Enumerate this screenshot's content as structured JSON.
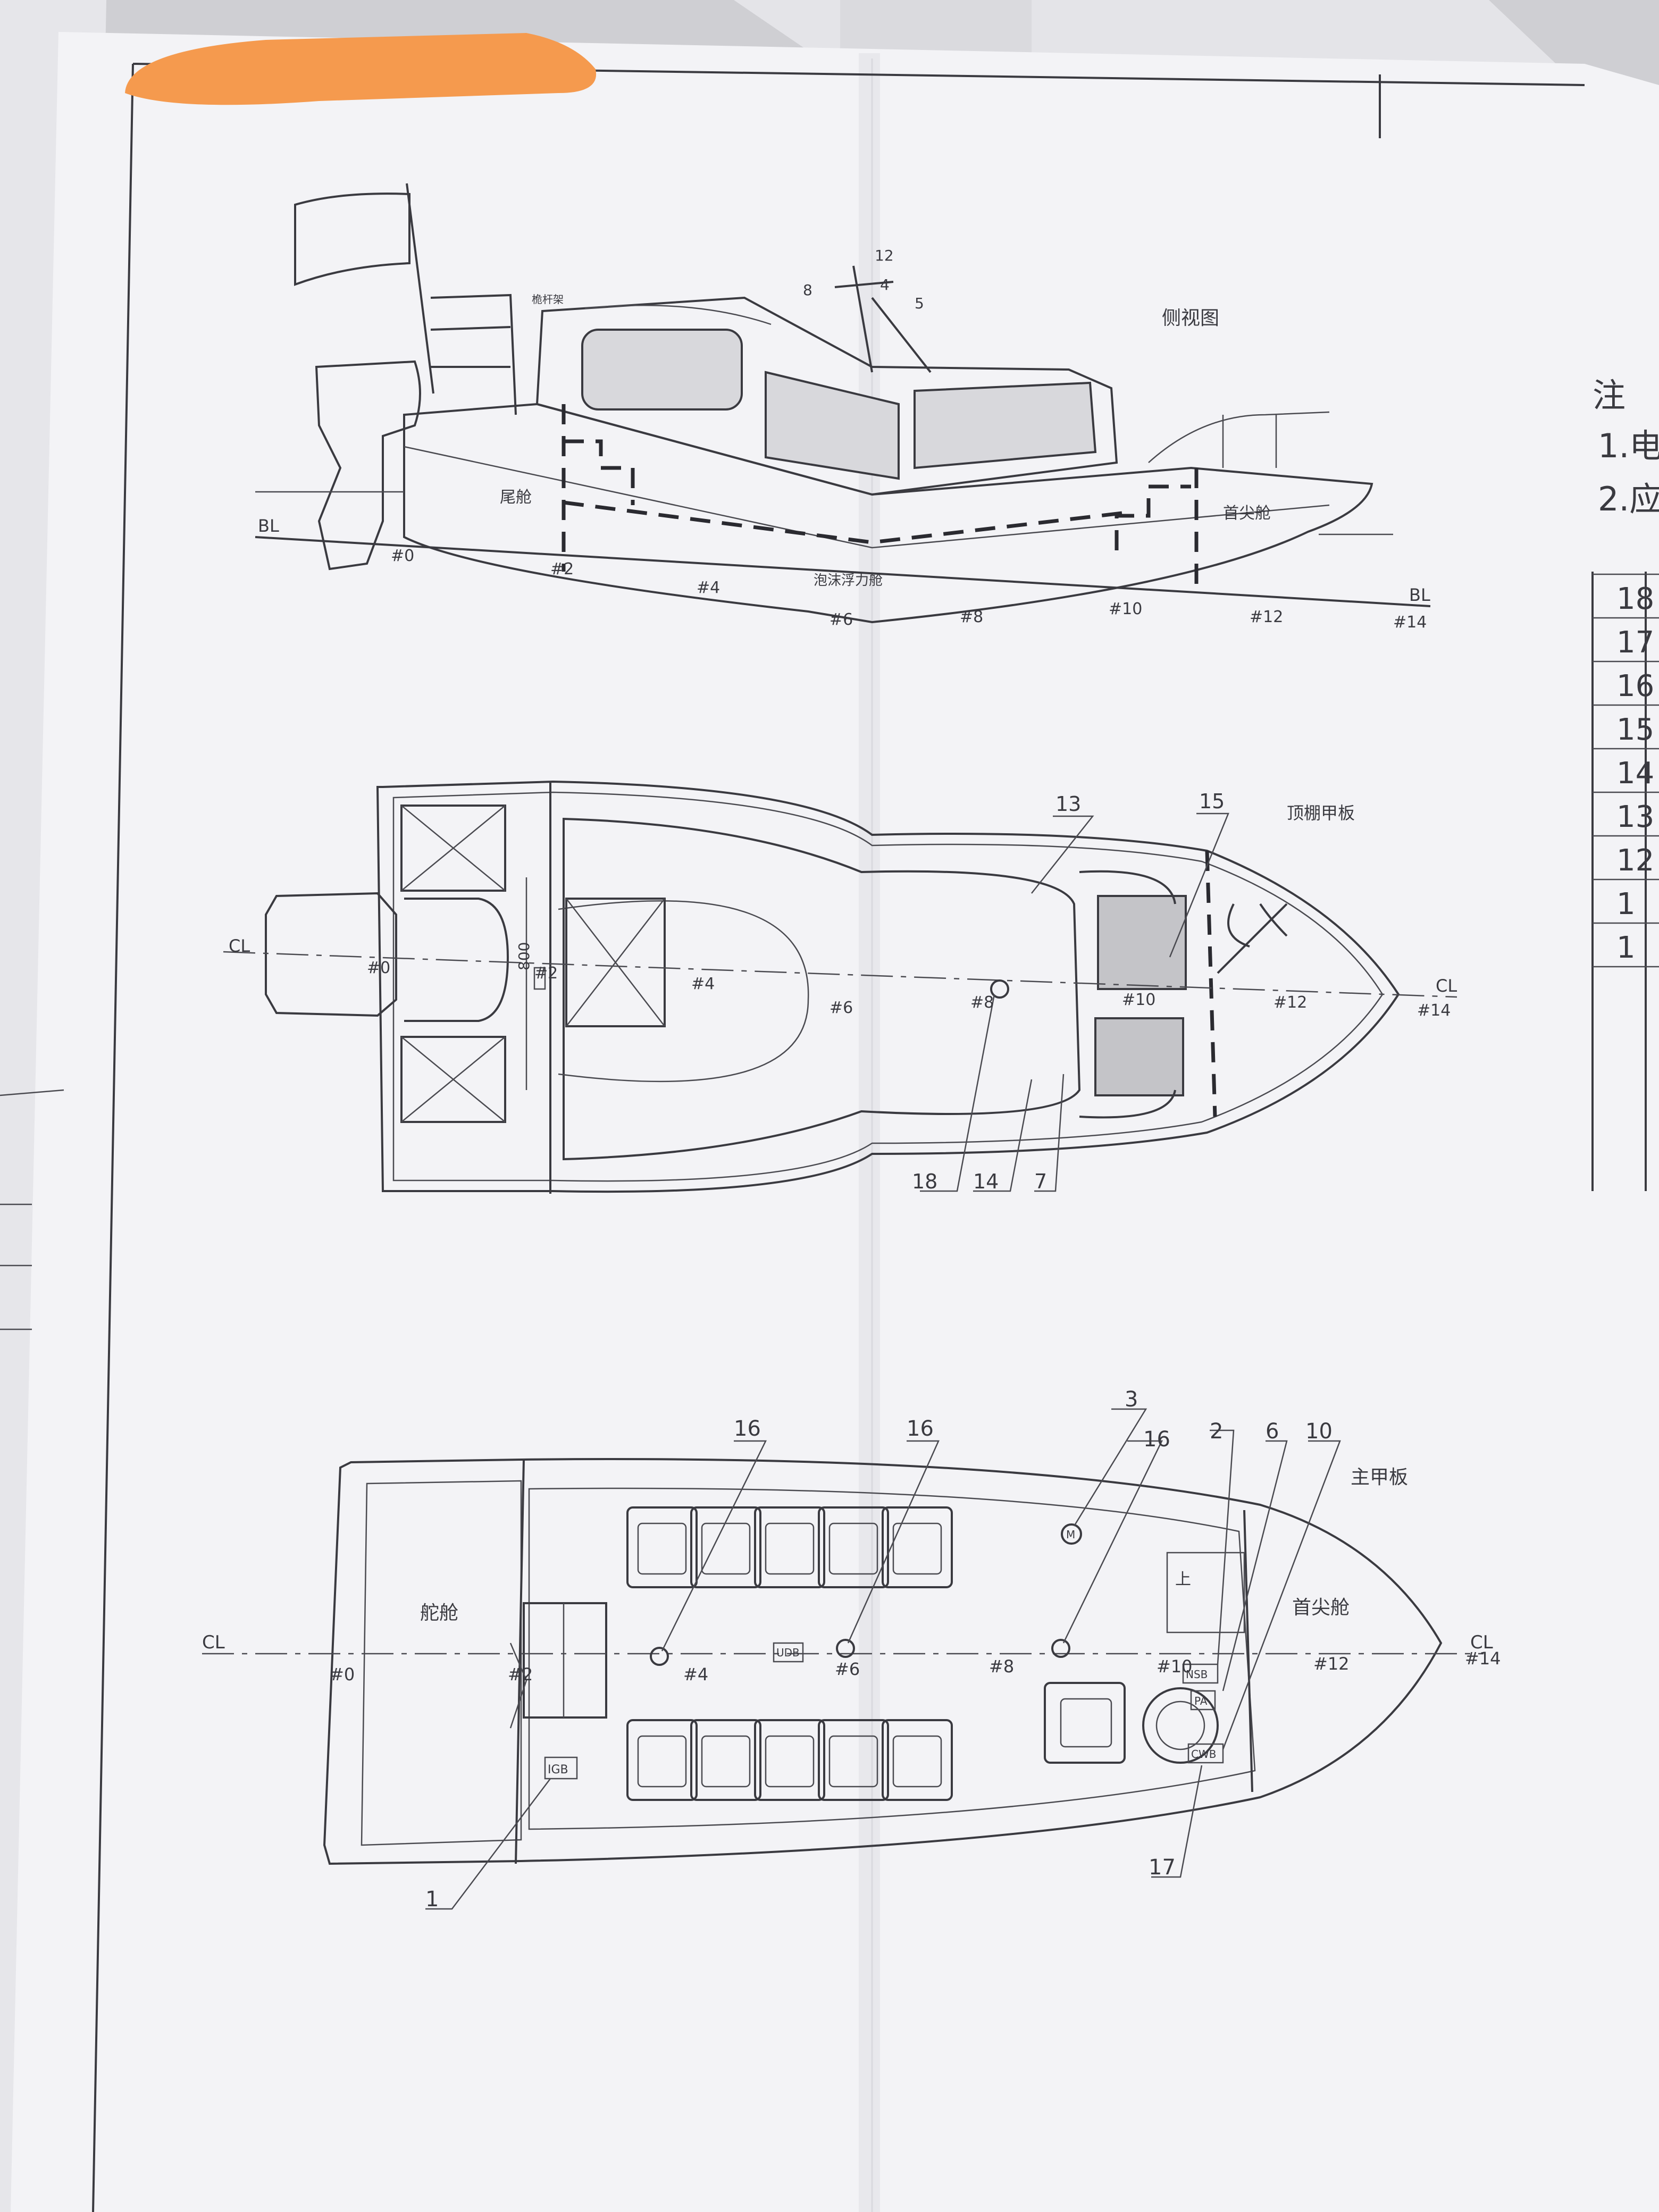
{
  "drawing": {
    "views": {
      "side": {
        "title": "侧视图",
        "labels": {
          "aft_hold": "尾舱",
          "bow_hold": "首尖舱",
          "flotation": "泡沫浮力舱",
          "mast": "桅杆架"
        }
      },
      "roof": {
        "title": "顶棚甲板",
        "dimension": "800"
      },
      "main": {
        "title": "主甲板",
        "labels": {
          "steering": "舵舱",
          "bow_hold": "首尖舱",
          "up": "上"
        }
      }
    },
    "axis_labels": {
      "baseline": "BL",
      "centerline": "CL"
    },
    "frames_side": [
      "#0",
      "#2",
      "#4",
      "#6",
      "#8",
      "#10",
      "#12",
      "#14"
    ],
    "frames_roof": [
      "#0",
      "#2",
      "#4",
      "#6",
      "#8",
      "#10",
      "#12",
      "#14"
    ],
    "frames_main": [
      "#0",
      "#2",
      "#4",
      "#6",
      "#8",
      "#10",
      "#12",
      "#14"
    ],
    "callouts_side": [
      "8",
      "12",
      "4",
      "5"
    ],
    "callouts_roof": [
      "13",
      "15",
      "18",
      "14",
      "7"
    ],
    "callouts_main": [
      "16",
      "16",
      "3",
      "16",
      "2",
      "6",
      "10",
      "1",
      "17"
    ],
    "equipment_tags": [
      "IGB",
      "UDB",
      "NSB",
      "PA",
      "CWB",
      "M"
    ],
    "notes": {
      "heading": "注",
      "items": [
        "1.电",
        "2.应"
      ]
    },
    "parts_table": {
      "rows": [
        "18",
        "17",
        "16",
        "15",
        "14",
        "13",
        "12",
        "1",
        "1"
      ]
    }
  },
  "colors": {
    "paper": "#f3f3f6",
    "ink": "#3a3a40",
    "redaction": "#f59a4e",
    "background": "#cfcfd3"
  }
}
